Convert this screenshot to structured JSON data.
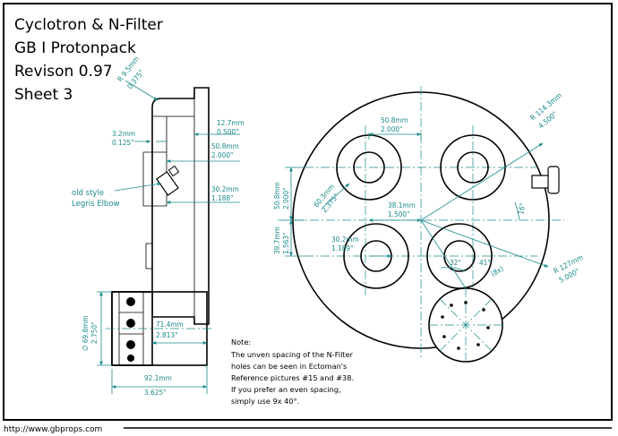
{
  "title_block": {
    "line1": "Cyclotron & N-Filter",
    "line2": "GB I Protonpack",
    "line3": "Revison 0.97",
    "line4": "Sheet 3"
  },
  "side_view": {
    "radius_mm": "R 9.5mm",
    "radius_in": "0.375\"",
    "d1_mm": "3.2mm",
    "d1_in": "0.125\"",
    "d2_mm": "12.7mm",
    "d2_in": "0.500\"",
    "d3_mm": "50.8mm",
    "d3_in": "2.000\"",
    "d4_mm": "30.2mm",
    "d4_in": "1.188\"",
    "elbow_label_1": "old style",
    "elbow_label_2": "Legris Elbow",
    "d5_mm": "71.4mm",
    "d5_in": "2.813\"",
    "d6_mm": "92.1mm",
    "d6_in": "3.625\"",
    "d7_mm": "∅ 69.8mm",
    "d7_in": "2.750\""
  },
  "front_view": {
    "hole_spacing_mm": "50.8mm",
    "hole_spacing_in": "2.000\"",
    "bolt_r_mm": "R 114.3mm",
    "bolt_r_in": "4.500\"",
    "hole_dia_mm": "60.3mm",
    "hole_dia_in": "2.375\"",
    "vert_mm": "50.8mm",
    "vert_in": "2.000\"",
    "offset_mm": "38.1mm",
    "offset_in": "1.500\"",
    "angle_top": "16°",
    "inner_mm": "30.2mm",
    "inner_in": "1.189\"",
    "lower_mm": "39.7mm",
    "lower_in": "1.563\"",
    "angle_a": "32°",
    "angle_b": "41°",
    "repeat": "(8x)",
    "outer_r_mm": "R 127mm",
    "outer_r_in": "5.000\""
  },
  "note": {
    "heading": "Note:",
    "line1": "The unven spacing of the N-Filter",
    "line2": "holes can be seen in Ectoman's",
    "line3": "Reference pictures #15 and #38.",
    "line4": "If you prefer an even spacing,",
    "line5": "simply use 9x 40°."
  },
  "footer": {
    "url": "http://www.gbprops.com"
  }
}
